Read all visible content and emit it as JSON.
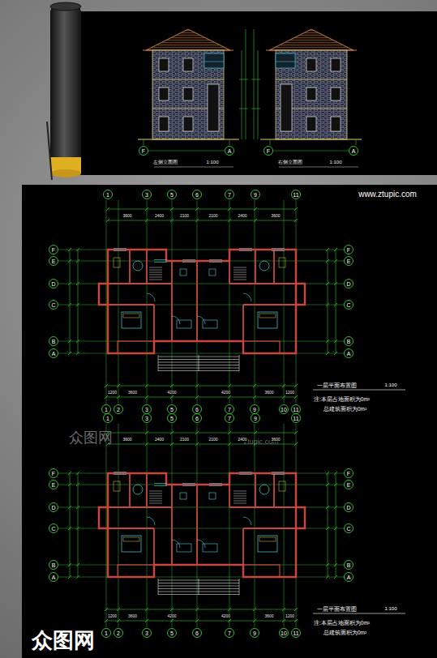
{
  "diagram": {
    "nodes": [
      {
        "text": [
          "F"
        ]
      },
      {
        "text": [
          "A"
        ]
      },
      {
        "text": [
          "F"
        ]
      },
      {
        "text": [
          "A"
        ]
      },
      {
        "text": [
          "1"
        ]
      },
      {
        "text": [
          "3"
        ]
      },
      {
        "text": [
          "5"
        ]
      },
      {
        "text": [
          "6"
        ]
      },
      {
        "text": [
          "7"
        ]
      },
      {
        "text": [
          "9"
        ]
      },
      {
        "text": [
          "11"
        ]
      },
      {
        "text": [
          "1"
        ]
      },
      {
        "text": [
          "2"
        ]
      },
      {
        "text": [
          "3"
        ]
      },
      {
        "text": [
          "5"
        ]
      },
      {
        "text": [
          "6"
        ]
      },
      {
        "text": [
          "7"
        ]
      },
      {
        "text": [
          "9"
        ]
      },
      {
        "text": [
          "10"
        ]
      },
      {
        "text": [
          "11"
        ]
      },
      {
        "text": [
          "F"
        ]
      },
      {
        "text": [
          "E"
        ]
      },
      {
        "text": [
          "D"
        ]
      },
      {
        "text": [
          "C"
        ]
      },
      {
        "text": [
          "B"
        ]
      },
      {
        "text": [
          "A"
        ]
      },
      {
        "text": [
          "F"
        ]
      },
      {
        "text": [
          "E"
        ]
      },
      {
        "text": [
          "D"
        ]
      },
      {
        "text": [
          "C"
        ]
      },
      {
        "text": [
          "B"
        ]
      },
      {
        "text": [
          "A"
        ]
      },
      {
        "text": [
          "1"
        ]
      },
      {
        "text": [
          "3"
        ]
      },
      {
        "text": [
          "5"
        ]
      },
      {
        "text": [
          "6"
        ]
      },
      {
        "text": [
          "7"
        ]
      },
      {
        "text": [
          "9"
        ]
      },
      {
        "text": [
          "11"
        ]
      },
      {
        "text": [
          "1"
        ]
      },
      {
        "text": [
          "2"
        ]
      },
      {
        "text": [
          "3"
        ]
      },
      {
        "text": [
          "5"
        ]
      },
      {
        "text": [
          "6"
        ]
      },
      {
        "text": [
          "7"
        ]
      },
      {
        "text": [
          "9"
        ]
      },
      {
        "text": [
          "10"
        ]
      },
      {
        "text": [
          "11"
        ]
      },
      {
        "text": [
          "F"
        ]
      },
      {
        "text": [
          "E"
        ]
      },
      {
        "text": [
          "D"
        ]
      },
      {
        "text": [
          "C"
        ]
      },
      {
        "text": [
          "B"
        ]
      },
      {
        "text": [
          "A"
        ]
      },
      {
        "text": [
          "F"
        ]
      },
      {
        "text": [
          "E"
        ]
      },
      {
        "text": [
          "D"
        ]
      },
      {
        "text": [
          "C"
        ]
      },
      {
        "text": [
          "B"
        ]
      },
      {
        "text": [
          "A"
        ]
      }
    ],
    "labels": [
      "左侧立面图",
      "1:100",
      "右侧立面图",
      "1:100",
      "www.ztupic.com",
      "一层平面布置图",
      "1:100",
      "注:本层占地面积为0m²",
      "总建筑面积为0m²",
      "一层平面布置图",
      "1:100",
      "注:本层占地面积为0m²",
      "总建筑面积为0m²",
      "众图网",
      "众图网",
      "ztupic.com",
      "3600",
      "2400",
      "2100",
      "2100",
      "2400",
      "3600",
      "1200",
      "3600",
      "4200",
      "4200",
      "3600",
      "1200",
      "3600",
      "2400",
      "2100",
      "2100",
      "2400",
      "3600",
      "1200",
      "3600",
      "4200",
      "4200",
      "3600",
      "1200"
    ]
  }
}
